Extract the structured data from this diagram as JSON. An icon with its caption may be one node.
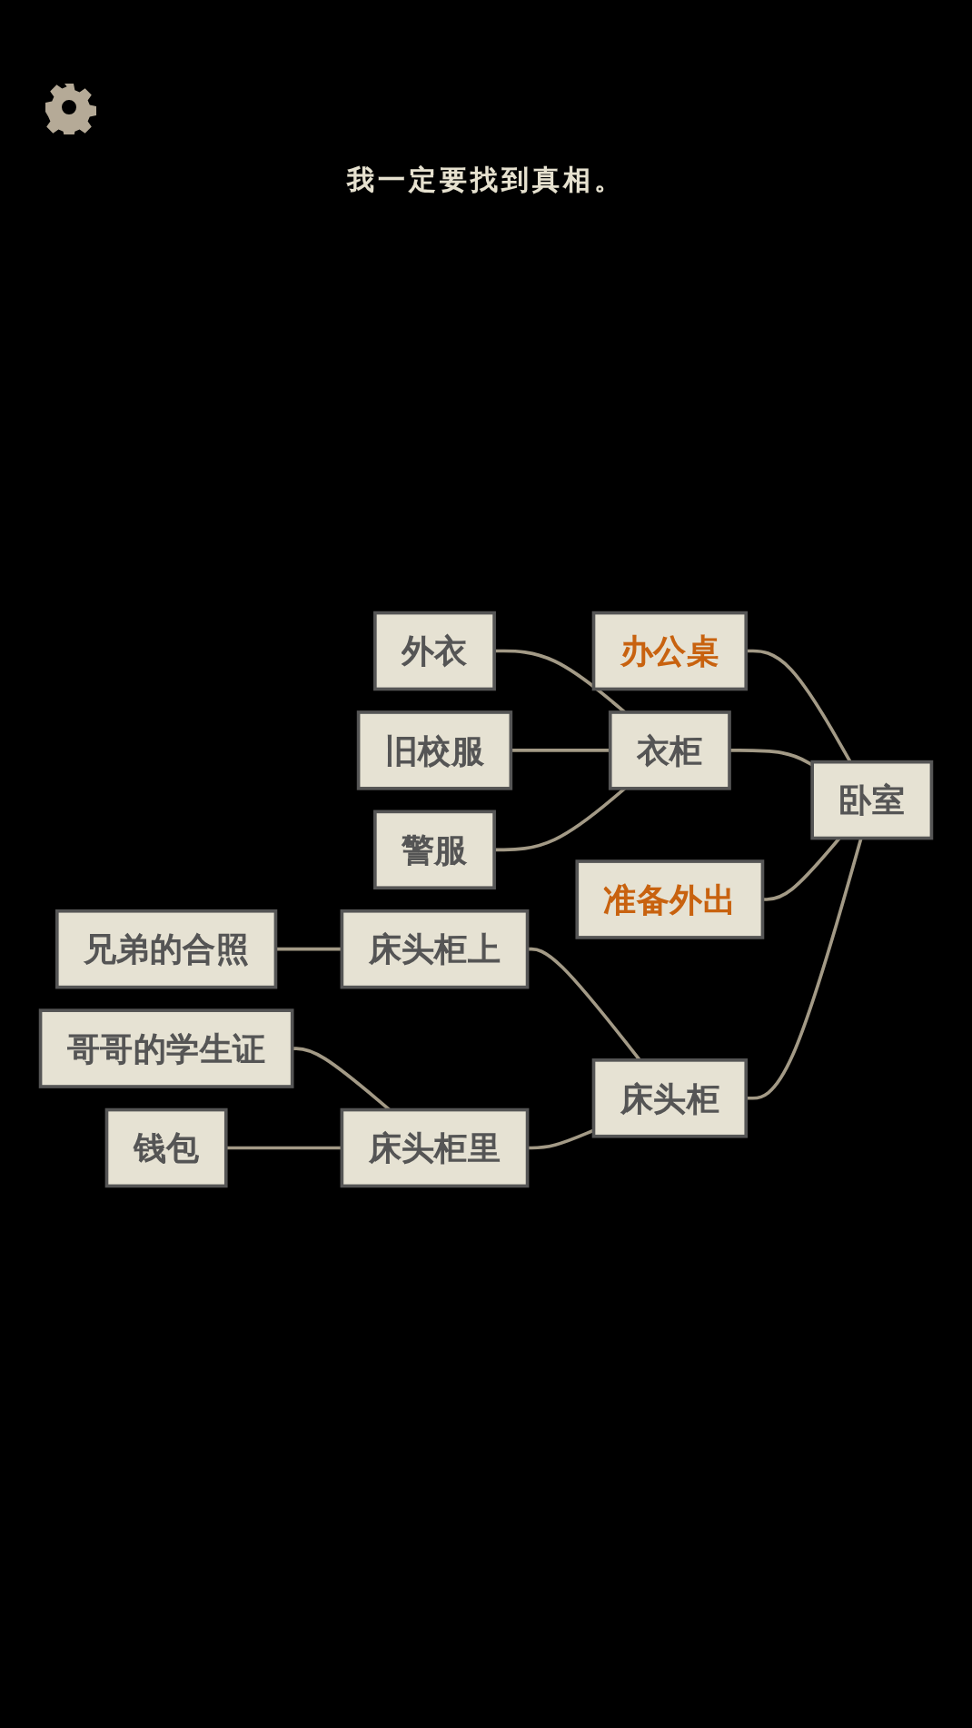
{
  "diagram": {
    "title": "我一定要找到真相。",
    "nodes": [
      {
        "text": [
          "外衣"
        ]
      },
      {
        "text": [
          "旧校服"
        ]
      },
      {
        "text": [
          "办公桌"
        ]
      },
      {
        "text": [
          "警服"
        ]
      },
      {
        "text": [
          "衣柜"
        ]
      },
      {
        "text": [
          "准备外出"
        ]
      },
      {
        "text": [
          "兄弟的合照"
        ]
      },
      {
        "text": [
          "床头柜上"
        ]
      },
      {
        "text": [
          "床头柜"
        ]
      },
      {
        "text": [
          "卧室"
        ]
      },
      {
        "text": [
          "床头柜里"
        ]
      },
      {
        "text": [
          "哥哥的学生证"
        ]
      },
      {
        "text": [
          "钱包"
        ]
      }
    ],
    "edges": [
      {
        "from": 9,
        "to": 4,
        "arrow": "none"
      },
      {
        "from": 9,
        "to": 2,
        "arrow": "none"
      },
      {
        "from": 9,
        "to": 5,
        "arrow": "none"
      },
      {
        "from": 9,
        "to": 8,
        "arrow": "none"
      },
      {
        "from": 4,
        "to": 0,
        "arrow": "none"
      },
      {
        "from": 4,
        "to": 1,
        "arrow": "none"
      },
      {
        "from": 4,
        "to": 3,
        "arrow": "none"
      },
      {
        "from": 8,
        "to": 7,
        "arrow": "none"
      },
      {
        "from": 7,
        "to": 6,
        "arrow": "none"
      },
      {
        "from": 8,
        "to": 10,
        "arrow": "none"
      },
      {
        "from": 10,
        "to": 11,
        "arrow": "none"
      },
      {
        "from": 10,
        "to": 12,
        "arrow": "none"
      }
    ]
  }
}
